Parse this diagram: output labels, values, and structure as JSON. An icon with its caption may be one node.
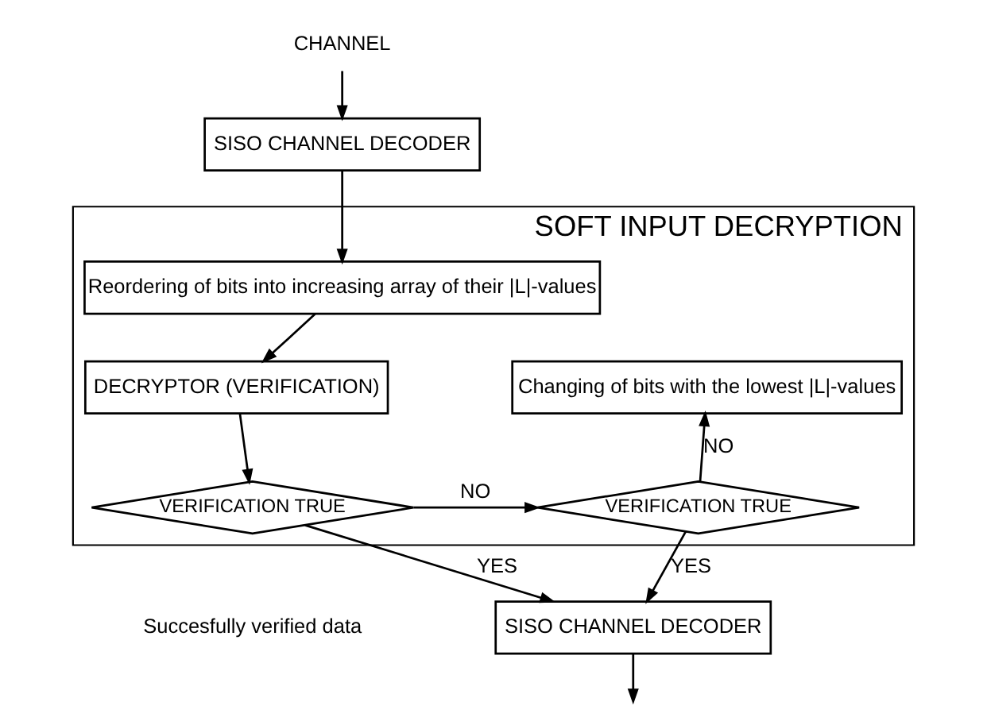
{
  "diagram": {
    "nodes": [
      {
        "text": [
          "CHANNEL"
        ]
      },
      {
        "text": [
          "SISO CHANNEL DECODER"
        ]
      },
      {
        "text": [
          "SOFT INPUT DECRYPTION"
        ]
      },
      {
        "text": [
          "Reordering of bits into increasing array of their |L|-values"
        ],
        "in": 2
      },
      {
        "text": [
          "DECRYPTOR (VERIFICATION)"
        ],
        "in": 2
      },
      {
        "text": [
          "Changing of bits with the lowest |L|-values"
        ],
        "in": 2
      },
      {
        "text": [
          "VERIFICATION TRUE"
        ],
        "in": 2
      },
      {
        "text": [
          "VERIFICATION TRUE"
        ],
        "in": 2
      },
      {
        "text": [
          "SISO CHANNEL DECODER"
        ]
      }
    ],
    "edges": [
      {
        "from": 0,
        "to": 1,
        "arrow": "to"
      },
      {
        "from": 1,
        "to": 3,
        "arrow": "to"
      },
      {
        "from": 3,
        "to": 4,
        "arrow": "to"
      },
      {
        "from": 4,
        "to": 6,
        "arrow": "to"
      },
      {
        "from": 6,
        "to": 7,
        "arrow": "to",
        "label": "NO"
      },
      {
        "from": 7,
        "to": 5,
        "arrow": "to",
        "label": "NO"
      },
      {
        "from": 6,
        "to": 8,
        "arrow": "to",
        "label": "YES"
      },
      {
        "from": 7,
        "to": 8,
        "arrow": "to",
        "label": "YES"
      },
      {
        "from": 8,
        "to": null,
        "arrow": "to"
      }
    ],
    "labels": [
      "Succesfully verified data"
    ]
  }
}
